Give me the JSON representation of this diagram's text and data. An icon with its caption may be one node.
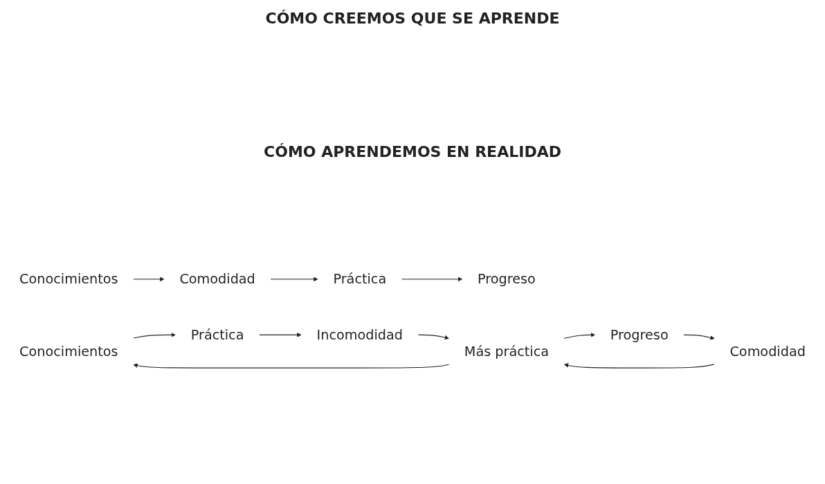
{
  "diagram": {
    "nodes": [
      {
        "text": [
          "Conocimientos"
        ]
      },
      {
        "text": [
          "Comodidad"
        ]
      },
      {
        "text": [
          "Práctica"
        ]
      },
      {
        "text": [
          "Progreso"
        ]
      },
      {
        "text": [
          "Conocimientos"
        ]
      },
      {
        "text": [
          "Incomodidad"
        ]
      },
      {
        "text": [
          "Progreso"
        ]
      },
      {
        "text": [
          "Práctica"
        ]
      },
      {
        "text": [
          "Más práctica"
        ]
      },
      {
        "text": [
          "Comodidad"
        ]
      }
    ],
    "edges": [
      {
        "from": 0,
        "to": 1,
        "arrow": "to"
      },
      {
        "from": 1,
        "to": 2,
        "arrow": "to"
      },
      {
        "from": 2,
        "to": 3,
        "arrow": "to"
      },
      {
        "from": 4,
        "to": 7,
        "arrow": "to"
      },
      {
        "from": 7,
        "to": 5,
        "arrow": "to"
      },
      {
        "from": 5,
        "to": 8,
        "arrow": "to"
      },
      {
        "from": 8,
        "to": 6,
        "arrow": "to"
      },
      {
        "from": 6,
        "to": 9,
        "arrow": "to"
      },
      {
        "from": 9,
        "to": 8,
        "arrow": "to"
      },
      {
        "from": 8,
        "to": 4,
        "arrow": "to"
      }
    ],
    "labels": [
      "CÓMO CREEMOS QUE SE APRENDE",
      "CÓMO APRENDEMOS EN REALIDAD"
    ]
  }
}
